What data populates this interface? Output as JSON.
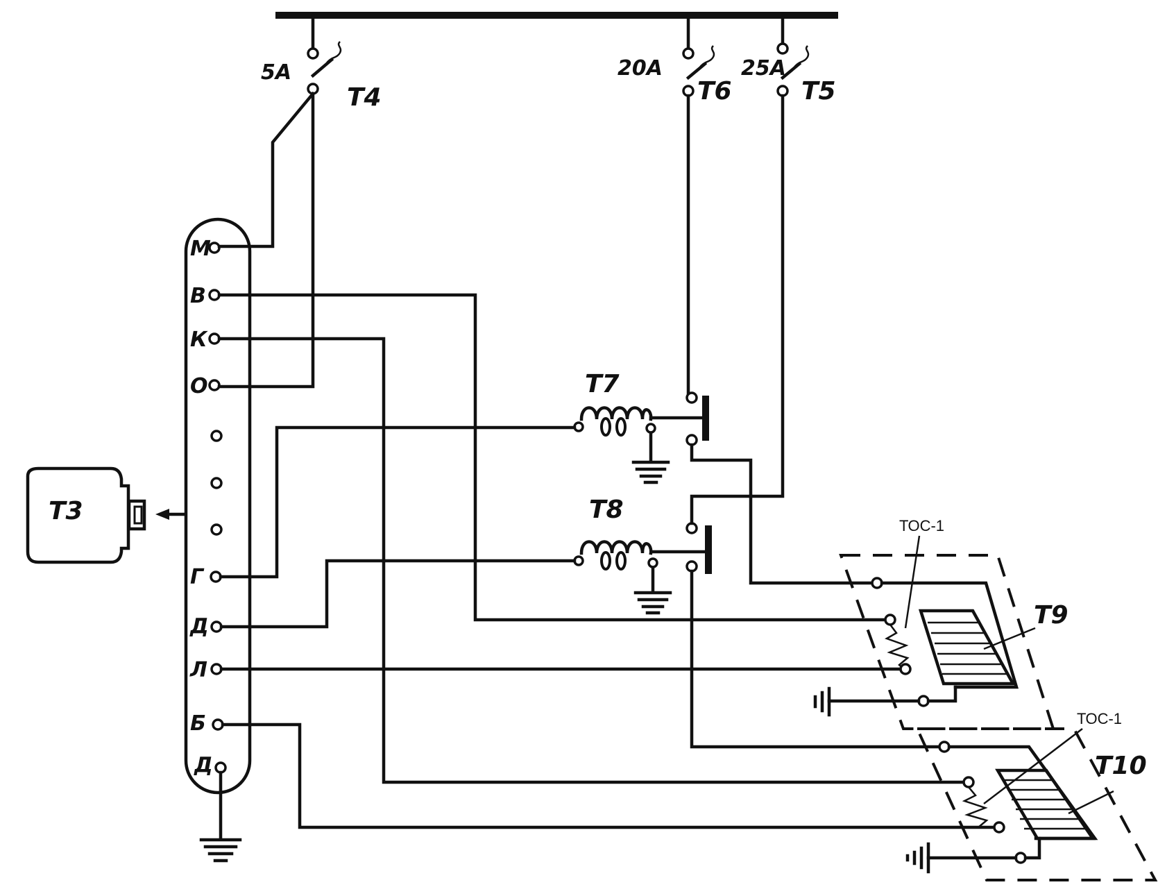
{
  "switches": {
    "t4": {
      "name": "Т4",
      "rating": "5А"
    },
    "t6": {
      "name": "Т6",
      "rating": "20А"
    },
    "t5": {
      "name": "Т5",
      "rating": "25А"
    }
  },
  "connector": {
    "pins": [
      "М",
      "В",
      "К",
      "О",
      "Г",
      "Д",
      "Л",
      "Б",
      "Д"
    ]
  },
  "devices": {
    "t3": "Т3",
    "t7": "Т7",
    "t8": "Т8",
    "t9": "Т9",
    "t10": "Т10"
  },
  "sensors": {
    "upper": "ТОС-1",
    "lower": "ТОС-1"
  }
}
